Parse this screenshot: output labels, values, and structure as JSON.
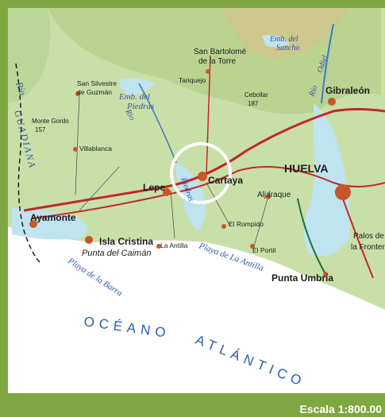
{
  "towns": {
    "gibraleon": "Gibraleón",
    "huelva": "HUELVA",
    "cartaya": "Cartaya",
    "lepe": "Lepe",
    "ayamonte": "Ayamonte",
    "isla_cristina": "Isla Cristina",
    "aljaraque": "Aljaraque",
    "punta_umbria": "Punta Umbría",
    "palos_1": "Palos de",
    "palos_2": "la Fronter",
    "villablanca": "Villablanca",
    "san_silvestre_1": "San Silvestre",
    "san_silvestre_2": "de Guzmán",
    "san_bartolome_1": "San Bartolomé",
    "san_bartolome_2": "de la Torre",
    "tariquejo": "Tariquejo",
    "el_rompido": "El Rompido",
    "el_portil": "El Portil",
    "la_antilla": "La Antilla",
    "punta_caiman": "Punta del Caimán"
  },
  "water": {
    "rio_guadiana_1": "Río",
    "rio_guadiana_2": "GUADIANA",
    "emb_piedras_1": "Emb. del",
    "emb_piedras_2": "Piedras",
    "emb_sancho_1": "Emb. del",
    "emb_sancho_2": "Sancho",
    "rio_piedras_1": "Río",
    "rio_piedras_2": "Piedras",
    "rio_odiel_1": "Río",
    "rio_odiel_2": "Odiel",
    "playa_barra": "Playa de la Barra",
    "playa_antilla": "Playa de La Antilla",
    "ocean_1": "OCÉANO",
    "ocean_2": "ATLÁNTICO"
  },
  "peaks": {
    "monte_gordo": "Monte Gordo",
    "monte_gordo_elev": "157",
    "cebollar": "Cebollar",
    "cebollar_elev": "187"
  },
  "scale": "Escala 1:800.00",
  "colors": {
    "border": "#7fa741",
    "land": "#c9dfa8",
    "sea": "#ffffff",
    "marsh": "#bfe3ef",
    "road": "#c0282b",
    "highlight": "#ffffff"
  }
}
